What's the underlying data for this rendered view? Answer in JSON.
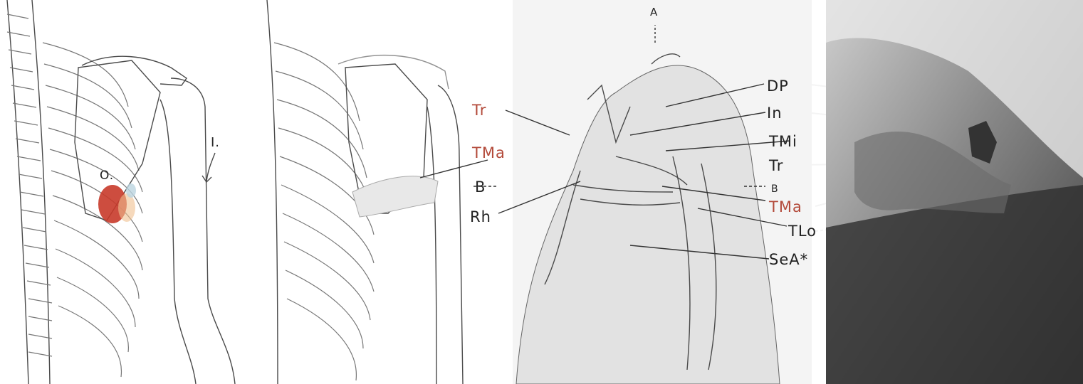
{
  "panel_left": {
    "label_o": "O.",
    "label_i": "I."
  },
  "panel_middle": {
    "labels_left": {
      "tr": "Tr",
      "tma": "TMa",
      "b": "B",
      "rh": "Rh"
    },
    "label_a": "A",
    "labels_right": {
      "dp": "DP",
      "in": "In",
      "tmi": "TMi",
      "tr": "Tr",
      "b": "B",
      "tma": "TMa",
      "tlo": "TLo",
      "sea": "SeA*"
    }
  },
  "colors": {
    "highlight_red": "#c83a2a",
    "label_red": "#b34a3a",
    "label_dark": "#222222"
  }
}
